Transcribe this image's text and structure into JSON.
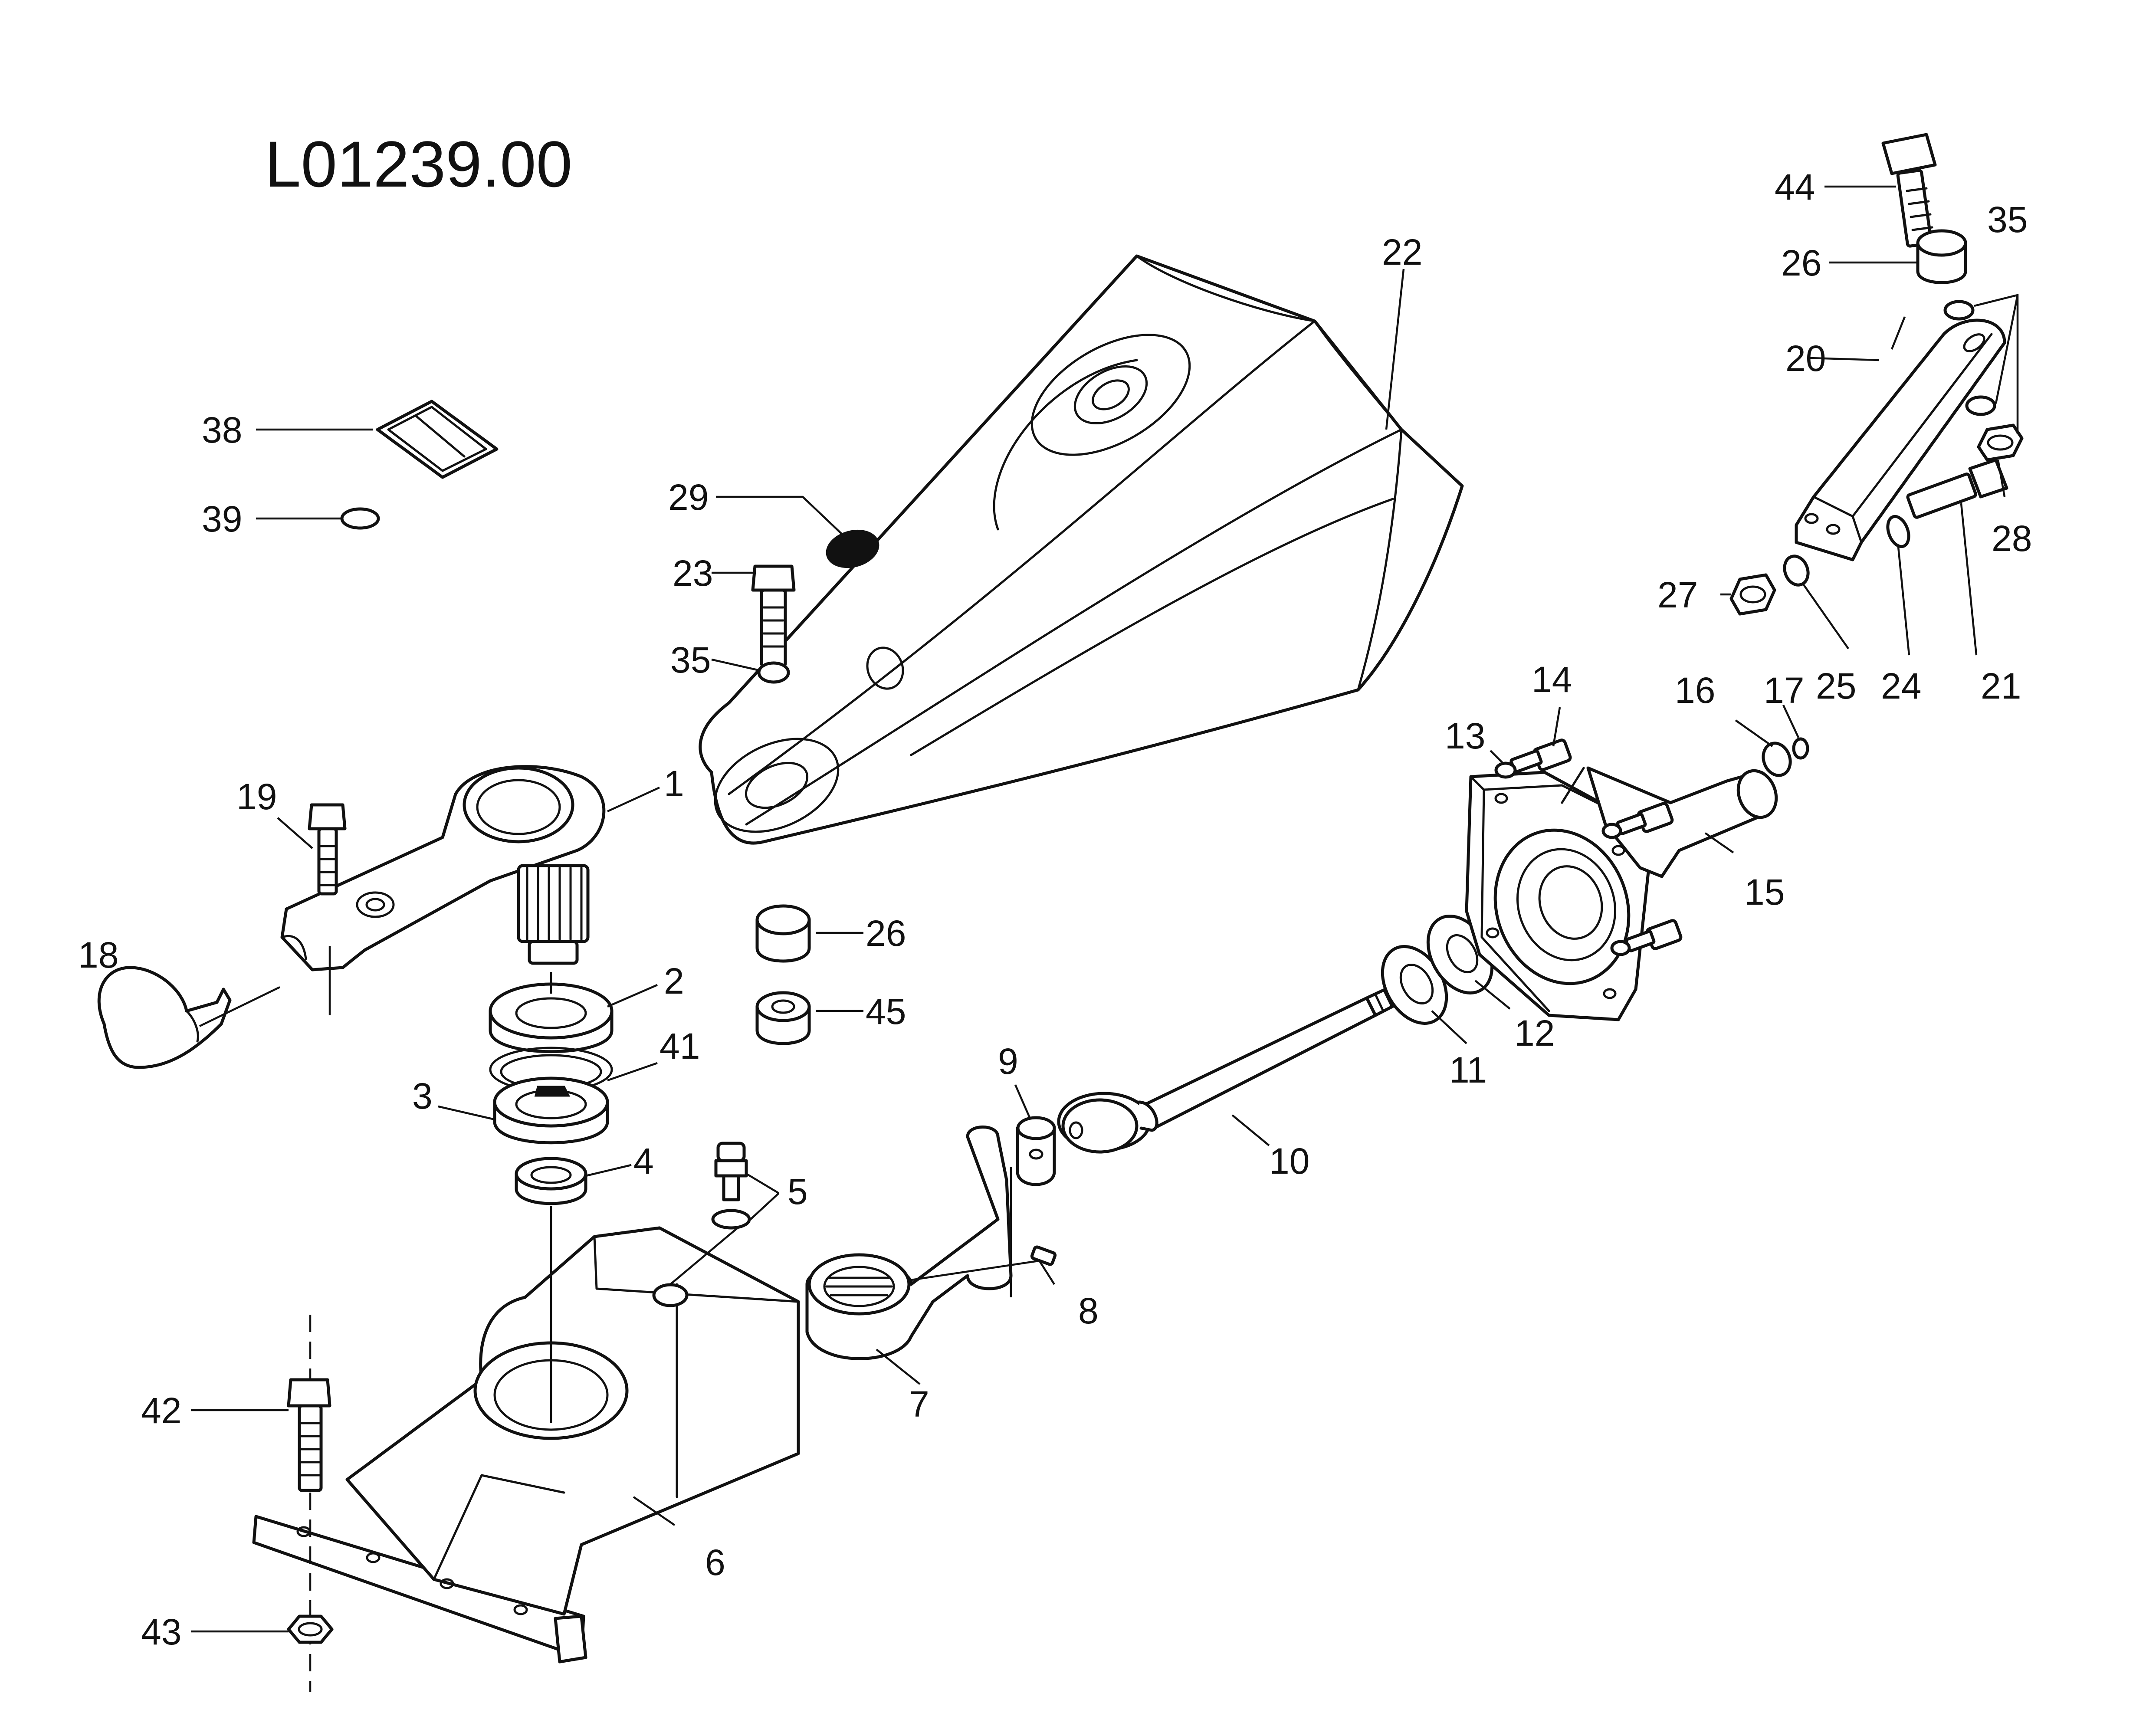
{
  "title": "L01239.00",
  "callouts": [
    "1",
    "2",
    "3",
    "4",
    "5",
    "6",
    "7",
    "8",
    "9",
    "10",
    "11",
    "12",
    "13",
    "14",
    "15",
    "16",
    "17",
    "18",
    "19",
    "20",
    "21",
    "22",
    "23",
    "24",
    "25",
    "26",
    "26",
    "27",
    "28",
    "29",
    "35",
    "35",
    "35",
    "38",
    "39",
    "41",
    "42",
    "43",
    "44",
    "45"
  ]
}
